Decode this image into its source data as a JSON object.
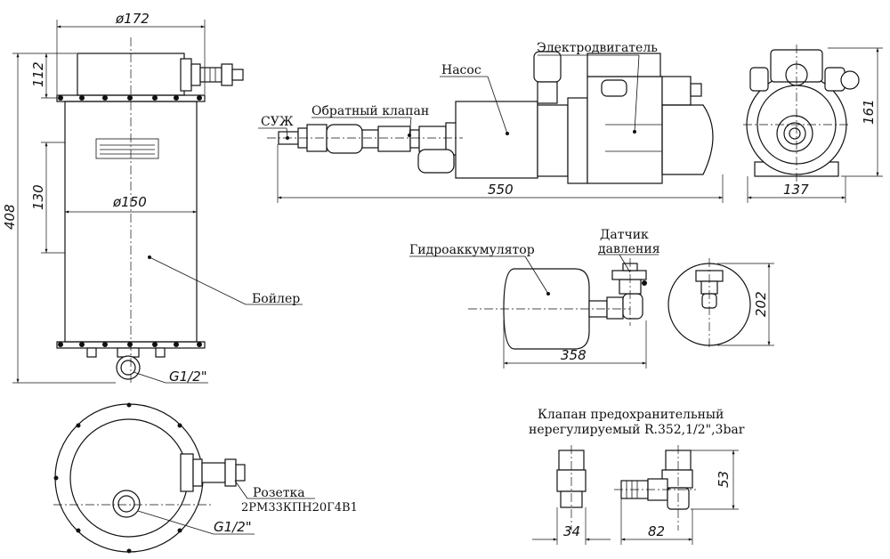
{
  "dimensions": {
    "boiler_top_diameter": "ø172",
    "boiler_body_diameter": "ø150",
    "boiler_height": "408",
    "boiler_top_section": "112",
    "boiler_mid_section": "130",
    "boiler_thread": "G1/2\"",
    "plan_thread": "G1/2\"",
    "pump_length": "550",
    "pump_height": "161",
    "pump_width": "137",
    "accumulator_length": "358",
    "accumulator_height": "202",
    "valve_height": "53",
    "valve_width_front": "34",
    "valve_width_side": "82"
  },
  "labels": {
    "boiler": "Бойлер",
    "socket": "Розетка",
    "socket_code": "2РМ33КПН20Г4В1",
    "pump": "Насос",
    "motor": "Электродвигатель",
    "suzh": "СУЖ",
    "check_valve": "Обратный клапан",
    "accumulator": "Гидроаккумулятор",
    "pressure_sensor_line1": "Датчик",
    "pressure_sensor_line2": "давления",
    "relief_valve_line1": "Клапан предохранительный",
    "relief_valve_line2": "нерегулируемый R.352,1/2\",3bar"
  }
}
